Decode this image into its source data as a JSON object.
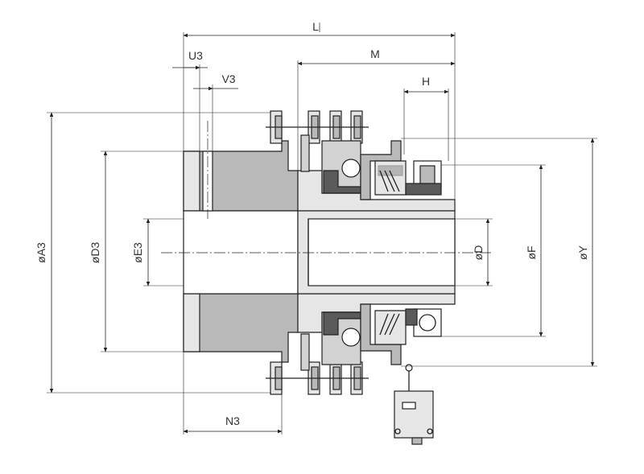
{
  "labels": {
    "top_dim": "L",
    "u3": "U3",
    "v3": "V3",
    "m": "M",
    "h": "H",
    "n3": "N3",
    "a3": "øA3",
    "d3": "øD3",
    "e3": "øE3",
    "d": "øD",
    "f": "øF",
    "y": "øY"
  },
  "colors": {
    "line": "#222222",
    "metal": "#b9b9b9",
    "metal_light": "#e6e6e6",
    "dark": "#5a5a5a",
    "background": "#ffffff"
  },
  "icons": {
    "switch": "limit-switch-icon"
  }
}
